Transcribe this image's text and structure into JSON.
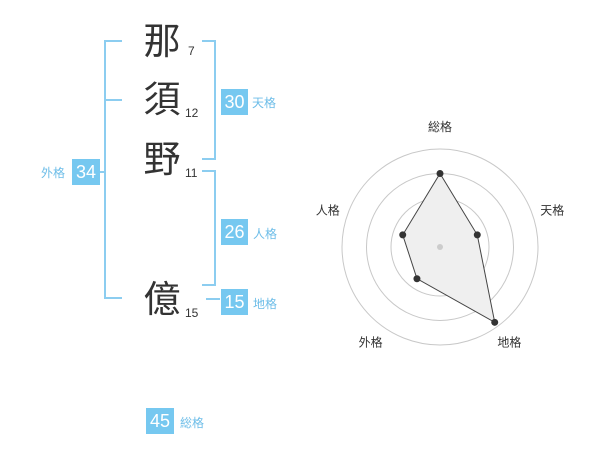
{
  "name": {
    "characters": [
      {
        "char": "那",
        "strokes": "7"
      },
      {
        "char": "須",
        "strokes": "12"
      },
      {
        "char": "野",
        "strokes": "11"
      },
      {
        "char": "億",
        "strokes": "15"
      }
    ]
  },
  "fortunes": {
    "tenkaku": {
      "label": "天格",
      "value": "30"
    },
    "jinkaku": {
      "label": "人格",
      "value": "26"
    },
    "chikaku": {
      "label": "地格",
      "value": "15"
    },
    "gaikaku": {
      "label": "外格",
      "value": "34"
    },
    "soukaku": {
      "label": "総格",
      "value": "45"
    }
  },
  "colors": {
    "accent": "#76c8f0",
    "bracket": "#8ccdf0",
    "text": "#333333"
  },
  "chart_data": {
    "type": "radar",
    "axes": [
      "総格",
      "天格",
      "地格",
      "外格",
      "人格"
    ],
    "values": [
      0.75,
      0.4,
      0.95,
      0.4,
      0.4
    ],
    "range": [
      0,
      1
    ],
    "rings": 4,
    "grid": true
  }
}
